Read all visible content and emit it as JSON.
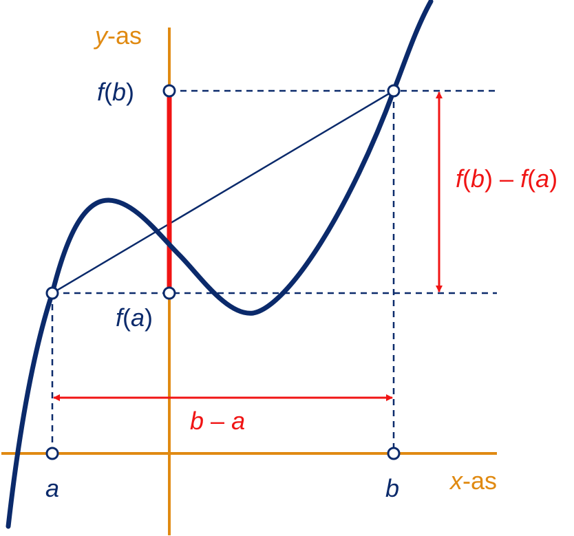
{
  "axes": {
    "y_label_var": "y",
    "y_label_suffix": "-as",
    "x_label_var": "x",
    "x_label_suffix": "-as"
  },
  "labels": {
    "fb_f": "f",
    "fb_open": "(",
    "fb_var": "b",
    "fb_close": ")",
    "fa_f": "f",
    "fa_open": "(",
    "fa_var": "a",
    "fa_close": ")",
    "a": "a",
    "b": "b",
    "diff_fb_f": "f",
    "diff_fb_open": "(",
    "diff_fb_var": "b",
    "diff_fb_close": ")",
    "diff_minus": " – ",
    "diff_fa_f": "f",
    "diff_fa_open": "(",
    "diff_fa_var": "a",
    "diff_fa_close": ")",
    "ba_b": "b",
    "ba_minus": " – ",
    "ba_a": "a"
  },
  "colors": {
    "axis": "#e08a12",
    "curve": "#0b2a6b",
    "guide": "#0b2a6b",
    "highlight": "#f01414",
    "text_dark": "#0b2a6b",
    "text_axis": "#e08a12",
    "text_red": "#f01414"
  }
}
